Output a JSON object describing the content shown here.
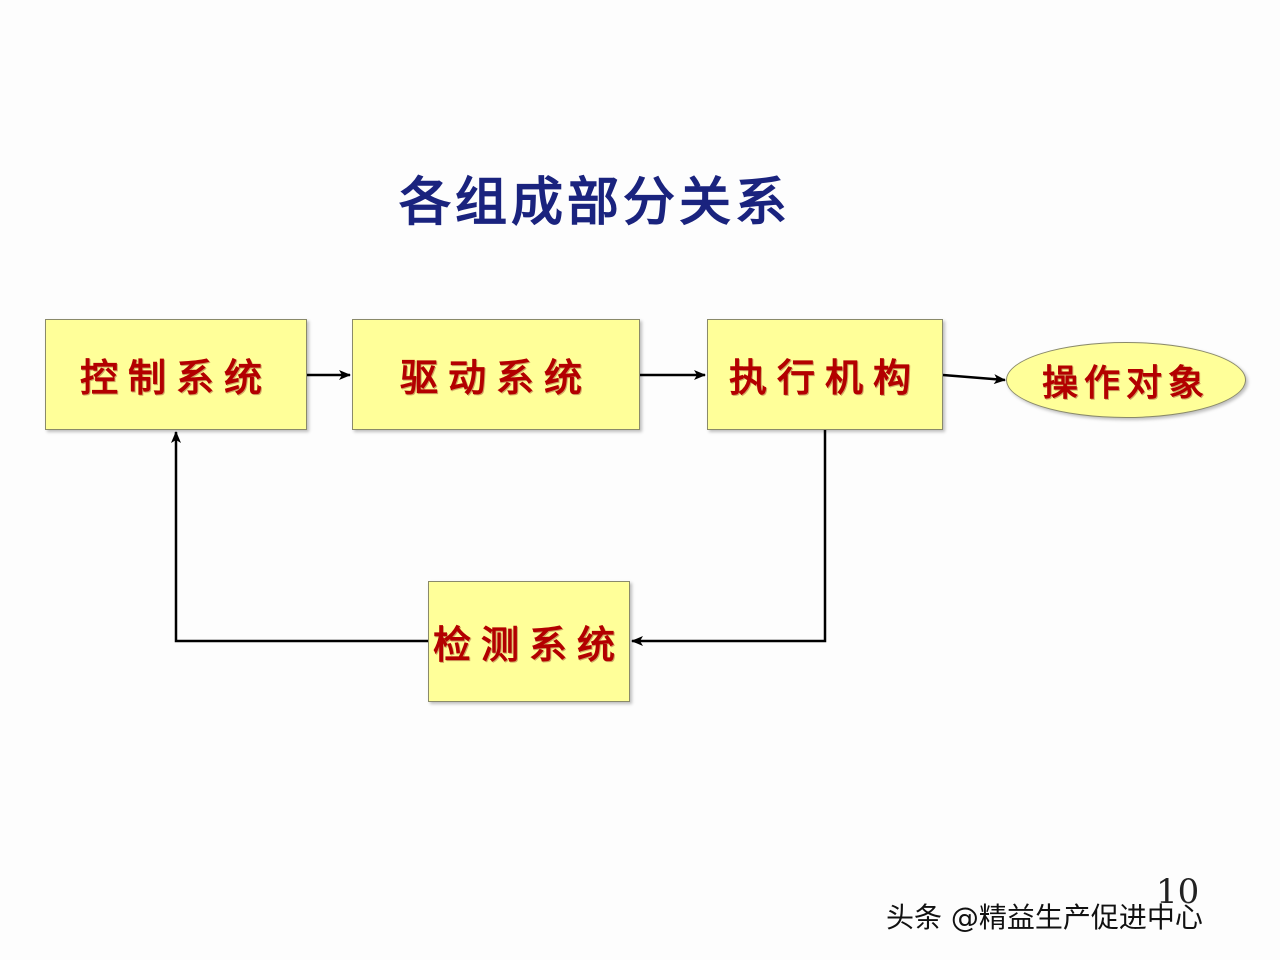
{
  "title": "各组成部分关系",
  "nodes": {
    "control": "控制系统",
    "drive": "驱动系统",
    "actuator": "执行机构",
    "object": "操作对象",
    "detection": "检测系统"
  },
  "page_number": "10",
  "watermark": "头条 @精益生产促进中心",
  "colors": {
    "title": "#1a237e",
    "box_fill": "#ffff99",
    "node_text": "#b30000",
    "arrow": "#000000"
  }
}
